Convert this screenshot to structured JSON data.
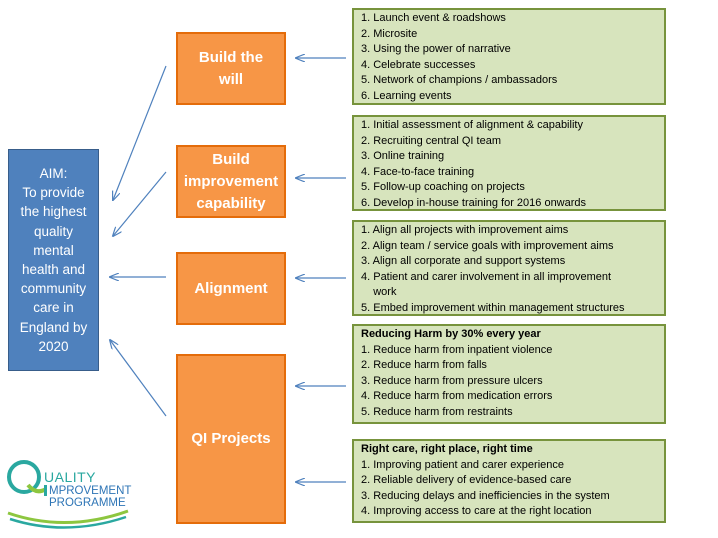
{
  "aim": {
    "lines": [
      "AIM:",
      "To provide",
      "the highest",
      "quality",
      "mental",
      "health and",
      "community",
      "care in",
      "England by",
      "2020"
    ]
  },
  "drivers": [
    {
      "lines": [
        "Build the",
        "will"
      ]
    },
    {
      "lines": [
        "Build",
        "improvement",
        "capability"
      ]
    },
    {
      "lines": [
        "Alignment"
      ]
    },
    {
      "lines": [
        "QI Projects"
      ]
    }
  ],
  "actions": [
    {
      "items": [
        "1. Launch event & roadshows",
        "2. Microsite",
        "3. Using the power of narrative",
        "4. Celebrate successes",
        "5. Network of champions / ambassadors",
        "6. Learning events"
      ]
    },
    {
      "items": [
        "1. Initial assessment of alignment & capability",
        "2. Recruiting central QI team",
        "3. Online training",
        "4. Face-to-face training",
        "5. Follow-up coaching on projects",
        "6. Develop in-house training for 2016 onwards"
      ]
    },
    {
      "items": [
        "1. Align all projects with improvement aims",
        "2. Align team / service goals with improvement aims",
        "3. Align all corporate and support systems",
        "4. Patient and carer involvement in all improvement",
        "    work",
        "5. Embed improvement within management structures"
      ]
    },
    {
      "heading": "Reducing Harm by 30% every year",
      "items": [
        "1. Reduce harm from inpatient violence",
        "2. Reduce harm from falls",
        "3. Reduce harm from pressure ulcers",
        "4. Reduce harm from medication errors",
        "5. Reduce harm from restraints"
      ]
    },
    {
      "heading": "Right care, right place, right time",
      "items": [
        "1. Improving patient and carer experience",
        "2. Reliable delivery of evidence-based care",
        "3. Reducing delays and inefficiencies in the system",
        "4. Improving access to care at the right location"
      ]
    }
  ],
  "logo": {
    "line1": "UALITY",
    "line2": "MPROVEMENT",
    "line3": "PROGRAMME",
    "colors": {
      "teal": "#2aa8a0",
      "green": "#8dc63f",
      "blue": "#2e75b6"
    }
  },
  "colors": {
    "aim_fill": "#4f81bd",
    "driver_fill": "#f79646",
    "action_fill": "#d7e4bd",
    "action_border": "#77933c",
    "arrow": "#4f81bd"
  }
}
